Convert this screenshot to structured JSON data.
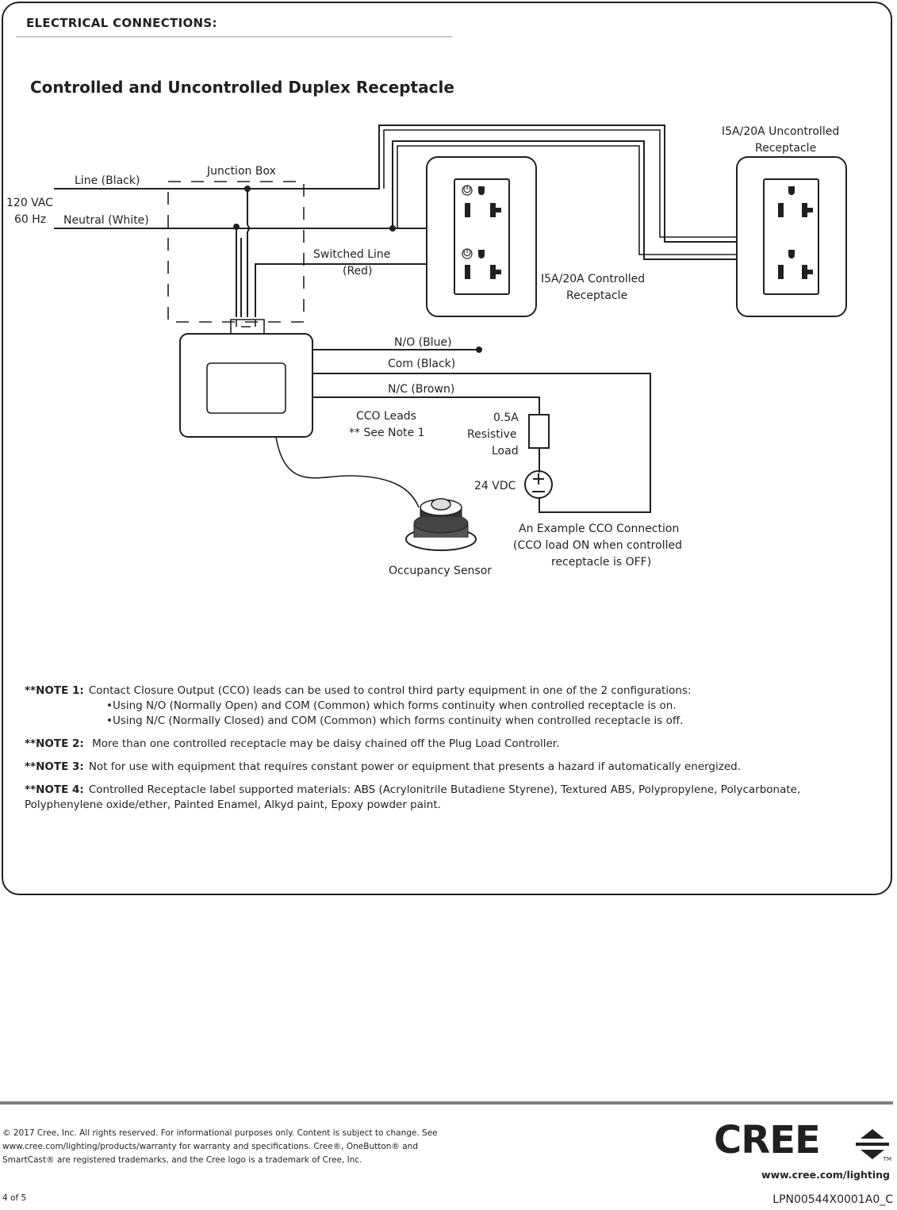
{
  "header": {
    "section_heading": "ELECTRICAL CONNECTIONS:",
    "diagram_title": "Controlled and Uncontrolled Duplex Receptacle"
  },
  "diagram": {
    "labels": {
      "supply_voltage": "120 VAC",
      "supply_freq": "60 Hz",
      "line": "Line (Black)",
      "neutral": "Neutral (White)",
      "junction_box": "Junction Box",
      "switched_line_1": "Switched Line",
      "switched_line_2": "(Red)",
      "controlled_1": "I5A/20A Controlled",
      "controlled_2": "Receptacle",
      "uncontrolled_1": "I5A/20A Uncontrolled",
      "uncontrolled_2": "Receptacle",
      "no_blue": "N/O (Blue)",
      "com_black": "Com (Black)",
      "nc_brown": "N/C (Brown)",
      "cco_leads_1": "CCO Leads",
      "cco_leads_2": "** See Note 1",
      "load_1": "0.5A",
      "load_2": "Resistive",
      "load_3": "Load",
      "dc_supply": "24 VDC",
      "example_1": "An Example CCO Connection",
      "example_2": "(CCO load ON when controlled",
      "example_3": "receptacle is OFF)",
      "sensor": "Occupancy Sensor"
    },
    "icons": [
      "power-icon",
      "junction-box",
      "controller",
      "occupancy-sensor",
      "resistor",
      "dc-source"
    ]
  },
  "notes": {
    "note1_tag": "**NOTE 1:",
    "note1_text": "Contact Closure Output (CCO) leads can be used to control third party equipment in one of the 2 configurations:",
    "note1_bullet1": "•Using N/O (Normally Open) and COM (Common) which forms continuity when controlled receptacle is on.",
    "note1_bullet2": "•Using N/C (Normally Closed) and COM (Common) which forms continuity when controlled receptacle is off.",
    "note2_tag": "**NOTE 2:",
    "note2_text": "More than one controlled receptacle may be daisy chained off the Plug Load Controller.",
    "note3_tag": "**NOTE 3:",
    "note3_text": "Not for use with equipment that requires constant power or equipment that presents a hazard if automatically energized.",
    "note4_tag": "**NOTE 4:",
    "note4_text": "Controlled Receptacle label supported materials: ABS (Acrylonitrile Butadiene Styrene), Textured ABS, Polypropylene, Polycarbonate, Polyphenylene oxide/ether, Painted Enamel, Alkyd paint, Epoxy powder paint."
  },
  "footer": {
    "legal": "© 2017 Cree, Inc. All rights reserved. For informational purposes only. Content is subject to change. See www.cree.com/lighting/products/warranty for warranty and specifications. Cree®, OneButton® and SmartCast® are registered trademarks, and the Cree logo is a trademark of Cree, Inc.",
    "page": "4 of 5",
    "doc_id": "LPN00544X0001A0_C",
    "logo_word": "CREE",
    "logo_tm": "TM",
    "logo_url": "www.cree.com/lighting"
  },
  "colors": {
    "ink": "#231f20",
    "rule": "#808080"
  }
}
